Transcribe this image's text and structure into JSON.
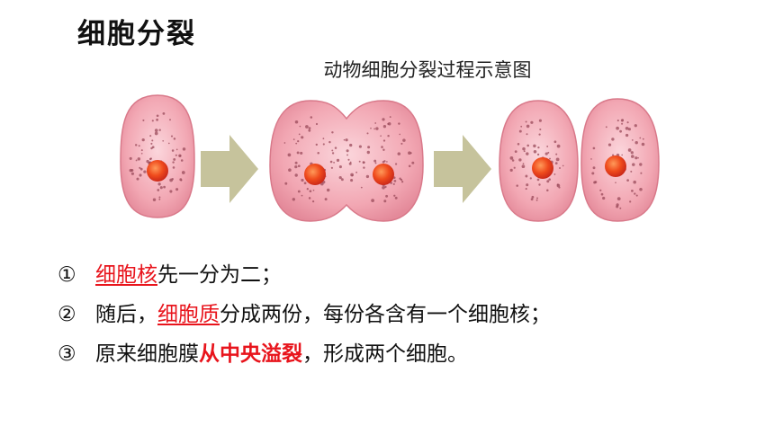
{
  "title": "细胞分裂",
  "subtitle": "动物细胞分裂过程示意图",
  "colors": {
    "cell_fill": "#f2a7b3",
    "cell_outline": "#d9798a",
    "nucleus": "#e8461e",
    "arrow": "#c6c39c",
    "highlight": "#e8141c"
  },
  "steps": [
    {
      "num": "①",
      "parts": [
        {
          "text": "细胞核",
          "style": "red-u"
        },
        {
          "text": "先一分为二；",
          "style": "plain"
        }
      ]
    },
    {
      "num": "②",
      "parts": [
        {
          "text": "随后，",
          "style": "plain"
        },
        {
          "text": "细胞质",
          "style": "red-u"
        },
        {
          "text": "分成两份，每份各含有一个细胞核；",
          "style": "plain"
        }
      ]
    },
    {
      "num": "③",
      "parts": [
        {
          "text": "原来细胞膜",
          "style": "plain"
        },
        {
          "text": "从中央溢裂",
          "style": "red-b"
        },
        {
          "text": "，形成两个细胞。",
          "style": "plain"
        }
      ]
    }
  ]
}
